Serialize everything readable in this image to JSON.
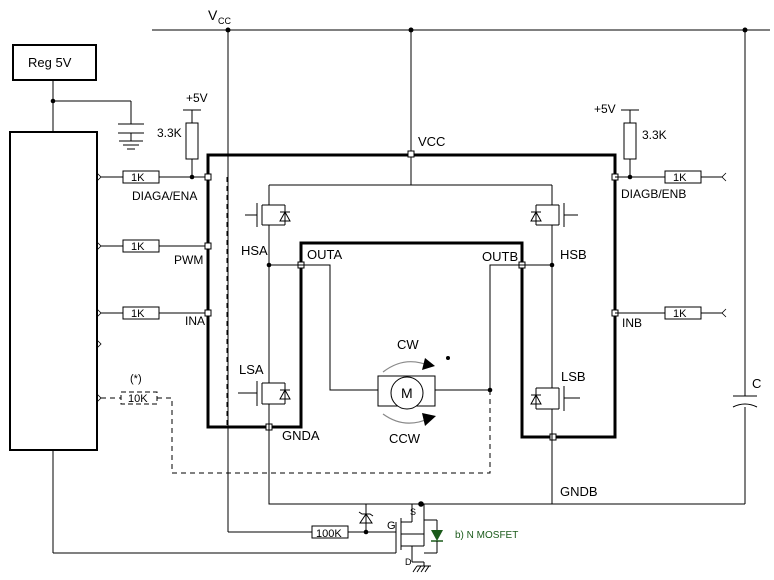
{
  "labels": {
    "vcc_top": "V",
    "vcc_top_sub": "CC",
    "reg": "Reg 5V",
    "plus5_a": "+5V",
    "plus5_b": "+5V",
    "r33_a": "3.3K",
    "r33_b": "3.3K",
    "vcc_inner": "VCC",
    "diaga": "DIAGA/ENA",
    "diagb": "DIAGB/ENB",
    "pwm": "PWM",
    "ina": "INA",
    "inb": "INB",
    "r1k_1": "1K",
    "r1k_2": "1K",
    "r1k_3": "1K",
    "r1k_4": "1K",
    "r1k_5": "1K",
    "r10k": "10K",
    "star": "(*)",
    "hsa": "HSA",
    "hsb": "HSB",
    "lsa": "LSA",
    "lsb": "LSB",
    "outa": "OUTA",
    "outb": "OUTB",
    "cw": "CW",
    "ccw": "CCW",
    "motor": "M",
    "gnda": "GNDA",
    "gndb": "GNDB",
    "cap": "C",
    "r100k": "100K",
    "g": "G",
    "s": "S",
    "d": "D",
    "nmos": "b) N MOSFET"
  }
}
